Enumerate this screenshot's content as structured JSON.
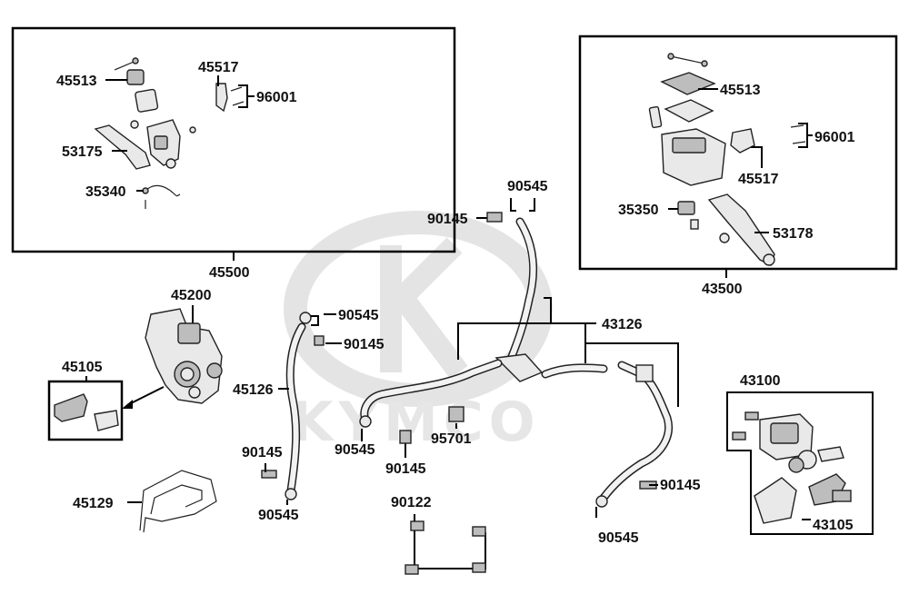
{
  "watermark": {
    "brand": "KYMCO"
  },
  "callouts": {
    "master_cylinder_left": {
      "assembly": "45500",
      "reservoir_cap": "45513",
      "bracket": "45517",
      "bolt": "96001",
      "lever": "53175",
      "switch": "35340"
    },
    "master_cylinder_right": {
      "assembly": "43500",
      "reservoir_cap": "45513",
      "bolt": "96001",
      "bracket": "45517",
      "switch": "35350",
      "lever": "53178"
    },
    "front_caliper": {
      "caliper": "45200",
      "pads": "45105",
      "hose": "45126",
      "bracket": "45129",
      "bolt": "90145",
      "washer": "90545"
    },
    "center": {
      "washer_top": "90545",
      "bolt_top": "90145",
      "hose_assembly": "43126",
      "washer_left_1": "90545",
      "bolt_left_1": "90145",
      "washer_mid": "90545",
      "bolt_mid": "90145",
      "screw": "95701",
      "bolt_set": "90122",
      "bolt_right": "90145",
      "washer_right": "90545"
    },
    "rear_caliper": {
      "caliper": "43100",
      "pads": "43105"
    }
  }
}
